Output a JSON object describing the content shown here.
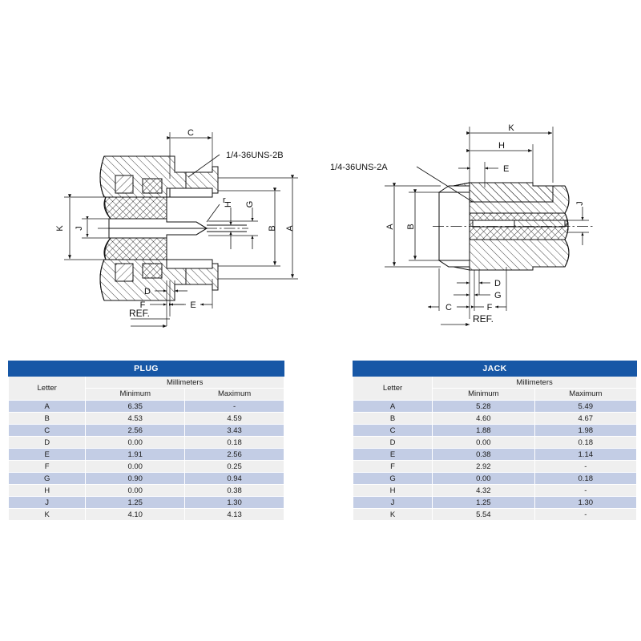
{
  "page": {
    "background": "#ffffff",
    "accent_blue": "#1757a6",
    "row_alt_blue": "#c3cde5",
    "row_alt_gray": "#efefef"
  },
  "plug_drawing": {
    "name": "PLUG cross-section drawing",
    "thread_callout": "1/4-36UNS-2B",
    "ref_label": "REF.",
    "dimension_labels": {
      "a": "A",
      "b": "B",
      "c": "C",
      "d": "D",
      "e": "E",
      "f": "F",
      "g": "G",
      "h": "H",
      "j": "J",
      "k": "K",
      "r": "r"
    }
  },
  "jack_drawing": {
    "name": "JACK cross-section drawing",
    "thread_callout": "1/4-36UNS-2A",
    "ref_label": "REF.",
    "dimension_labels": {
      "a": "A",
      "b": "B",
      "c": "C",
      "d": "D",
      "e": "E",
      "f": "F",
      "g": "G",
      "h": "H",
      "j": "J",
      "k": "K"
    }
  },
  "plug_table": {
    "title": "PLUG",
    "units_header": "Millimeters",
    "letter_header": "Letter",
    "min_header": "Minimum",
    "max_header": "Maximum",
    "rows": [
      {
        "letter": "A",
        "min": "6.35",
        "max": "-"
      },
      {
        "letter": "B",
        "min": "4.53",
        "max": "4.59"
      },
      {
        "letter": "C",
        "min": "2.56",
        "max": "3.43"
      },
      {
        "letter": "D",
        "min": "0.00",
        "max": "0.18"
      },
      {
        "letter": "E",
        "min": "1.91",
        "max": "2.56"
      },
      {
        "letter": "F",
        "min": "0.00",
        "max": "0.25"
      },
      {
        "letter": "G",
        "min": "0.90",
        "max": "0.94"
      },
      {
        "letter": "H",
        "min": "0.00",
        "max": "0.38"
      },
      {
        "letter": "J",
        "min": "1.25",
        "max": "1.30"
      },
      {
        "letter": "K",
        "min": "4.10",
        "max": "4.13"
      }
    ]
  },
  "jack_table": {
    "title": "JACK",
    "units_header": "Millimeters",
    "letter_header": "Letter",
    "min_header": "Minimum",
    "max_header": "Maximum",
    "rows": [
      {
        "letter": "A",
        "min": "5.28",
        "max": "5.49"
      },
      {
        "letter": "B",
        "min": "4.60",
        "max": "4.67"
      },
      {
        "letter": "C",
        "min": "1.88",
        "max": "1.98"
      },
      {
        "letter": "D",
        "min": "0.00",
        "max": "0.18"
      },
      {
        "letter": "E",
        "min": "0.38",
        "max": "1.14"
      },
      {
        "letter": "F",
        "min": "2.92",
        "max": "-"
      },
      {
        "letter": "G",
        "min": "0.00",
        "max": "0.18"
      },
      {
        "letter": "H",
        "min": "4.32",
        "max": "-"
      },
      {
        "letter": "J",
        "min": "1.25",
        "max": "1.30"
      },
      {
        "letter": "K",
        "min": "5.54",
        "max": "-"
      }
    ]
  }
}
